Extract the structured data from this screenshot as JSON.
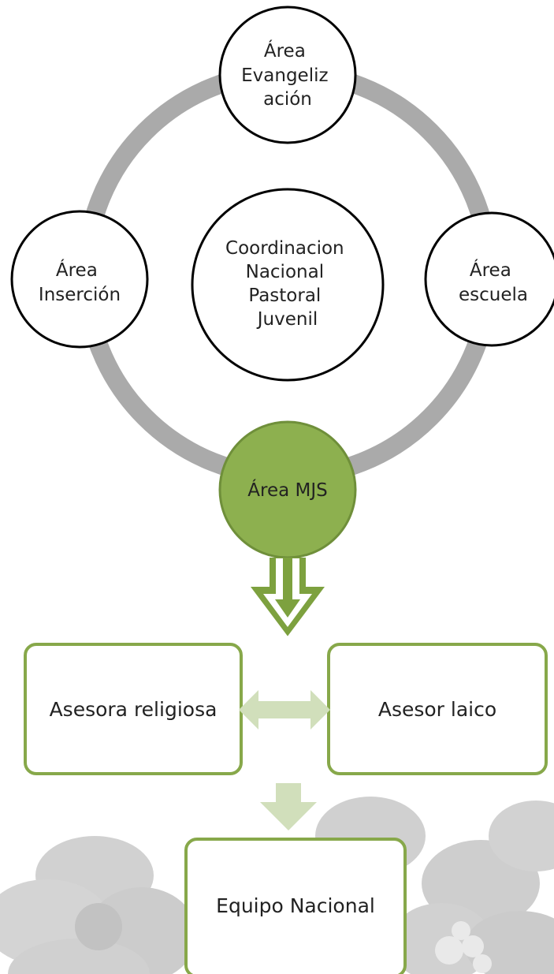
{
  "diagram": {
    "center_node": {
      "lines": [
        "Coordinacion",
        "Nacional",
        "Pastoral",
        "Juvenil"
      ]
    },
    "satellite_nodes": {
      "top": {
        "lines": [
          "Área",
          "Evangeliz",
          "ación"
        ]
      },
      "left": {
        "lines": [
          "Área",
          "Inserción"
        ]
      },
      "right": {
        "lines": [
          "Área",
          "escuela"
        ]
      },
      "bottom": {
        "lines": [
          "Área MJS"
        ]
      }
    },
    "advisor_boxes": {
      "left": {
        "label": "Asesora religiosa"
      },
      "right": {
        "label": "Asesor laico"
      }
    },
    "final_box": {
      "label": "Equipo Nacional"
    }
  },
  "colors": {
    "ring": "#aaaaaa",
    "circle_border": "#000000",
    "circle_fill": "#ffffff",
    "highlight_fill": "#8db04f",
    "highlight_border": "#6f8f3a",
    "box_border": "#87a84a",
    "light_arrow": "#d1dfbb",
    "down_arrow_stroke": "#7da13f",
    "flower_fill": "#c4c4c4",
    "text": "#222222"
  }
}
